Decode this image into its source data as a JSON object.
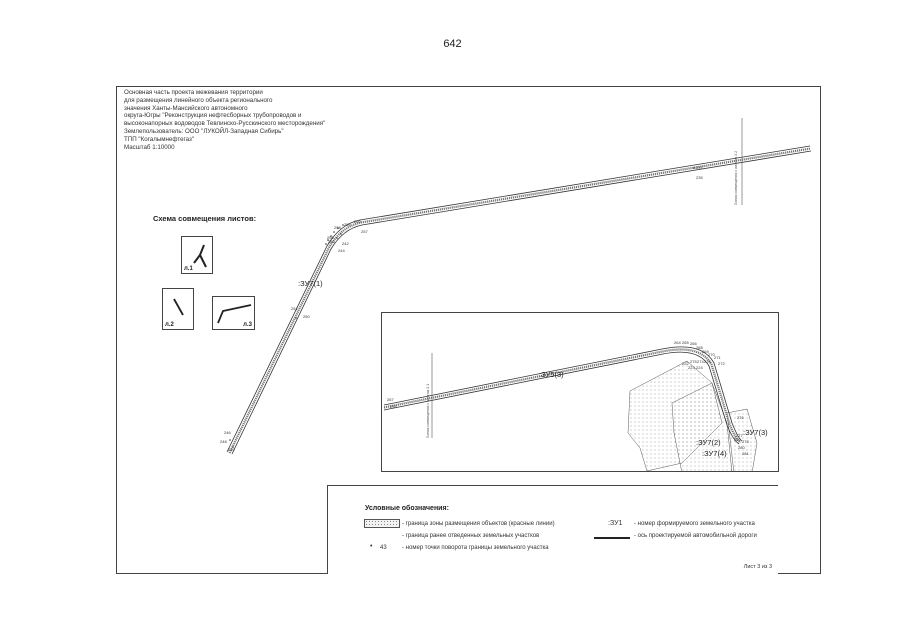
{
  "page_number": "642",
  "header_lines": [
    "Основная часть проекта межевания территории",
    "для размещения линейного объекта регионального",
    "значения Ханты-Мансийского автономного",
    "округа-Югры \"Реконструкция нефтесборных трубопроводов и",
    "высоконапорных водоводов Тевлинско-Русскинского месторождения\"",
    "Землепользователь: ООО \"ЛУКОЙЛ-Западная Сибирь\"",
    "ТПП \"Когалымнефтегаз\"",
    "Масштаб 1:10000"
  ],
  "schema": {
    "title": "Схема совмещения листов:",
    "sheets": [
      "л.1",
      "л.2",
      "л.3"
    ]
  },
  "map": {
    "parcel_main": ":ЗУ7(1)",
    "sheet_line_main": "Линия совмещения с листом 3.2",
    "points_top": [
      "258",
      "259",
      "260",
      "256",
      "257",
      "266",
      "242",
      "244"
    ],
    "points_right": [
      "235",
      "237"
    ],
    "points_mid": [
      "251",
      "250"
    ],
    "points_bottom": [
      "246",
      "248",
      "249"
    ]
  },
  "inset": {
    "parcel_road": ":ЗУ5(3)",
    "parcel_a": ":ЗУ7(2)",
    "parcel_b": ":ЗУ7(3)",
    "parcel_c": ":ЗУ7(4)",
    "sheet_line": "Линия совмещения с листом 3.1",
    "points_left": [
      "267",
      "235"
    ],
    "points_curve": [
      "264",
      "265",
      "266",
      "268",
      "269",
      "270",
      "271",
      "272",
      "273",
      "274",
      "275",
      "222",
      "223",
      "224"
    ],
    "points_bottom": [
      "276",
      "277",
      "278",
      "280",
      "281",
      "282"
    ]
  },
  "legend": {
    "title": "Условные обозначения:",
    "items": [
      "- граница зоны размещения объектов (красные линии)",
      "- граница ранее отведенных земельных участков",
      "- номер точки поворота границы земельного участка",
      "- номер формируемого земельного участка",
      "- ось проектируемой автомобильной дороги"
    ],
    "point_sample": "43",
    "parcel_sample": ":ЗУ1",
    "sheet_info": "Лист 3 из 3"
  },
  "colors": {
    "line": "#333333",
    "hatch": "#888888"
  }
}
